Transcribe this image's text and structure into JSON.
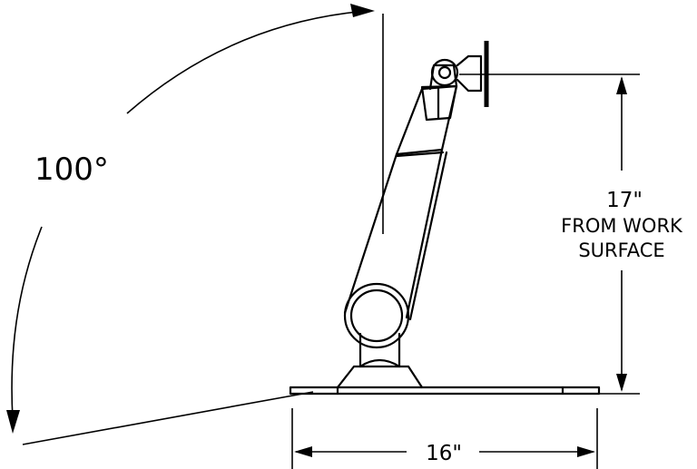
{
  "drawing": {
    "tilt_angle_label": "100°",
    "height_value_label": "17\"",
    "height_desc_line1": "FROM WORK",
    "height_desc_line2": "SURFACE",
    "base_width_label": "16\""
  }
}
